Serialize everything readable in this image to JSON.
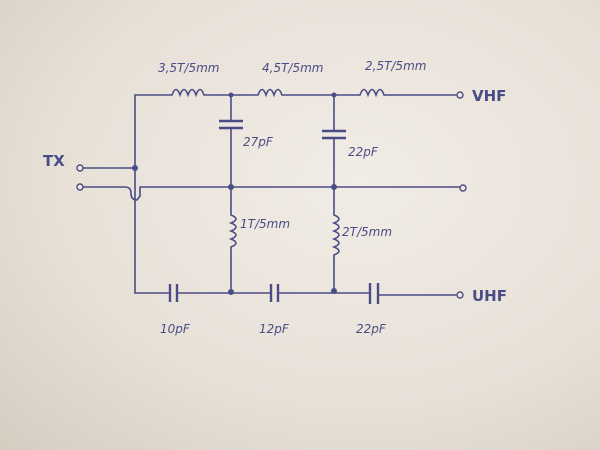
{
  "labels": {
    "inductor_top_1": "3,5T/5mm",
    "inductor_top_2": "4,5T/5mm",
    "inductor_top_3": "2,5T/5mm",
    "cap_shunt_1": "27pF",
    "cap_shunt_2": "22pF",
    "inductor_shunt_1": "1T/5mm",
    "inductor_shunt_2": "2T/5mm",
    "cap_bottom_1": "10pF",
    "cap_bottom_2": "12pF",
    "cap_bottom_3": "22pF"
  },
  "ports": {
    "input": "TX",
    "output_high": "VHF",
    "output_low": "UHF"
  }
}
